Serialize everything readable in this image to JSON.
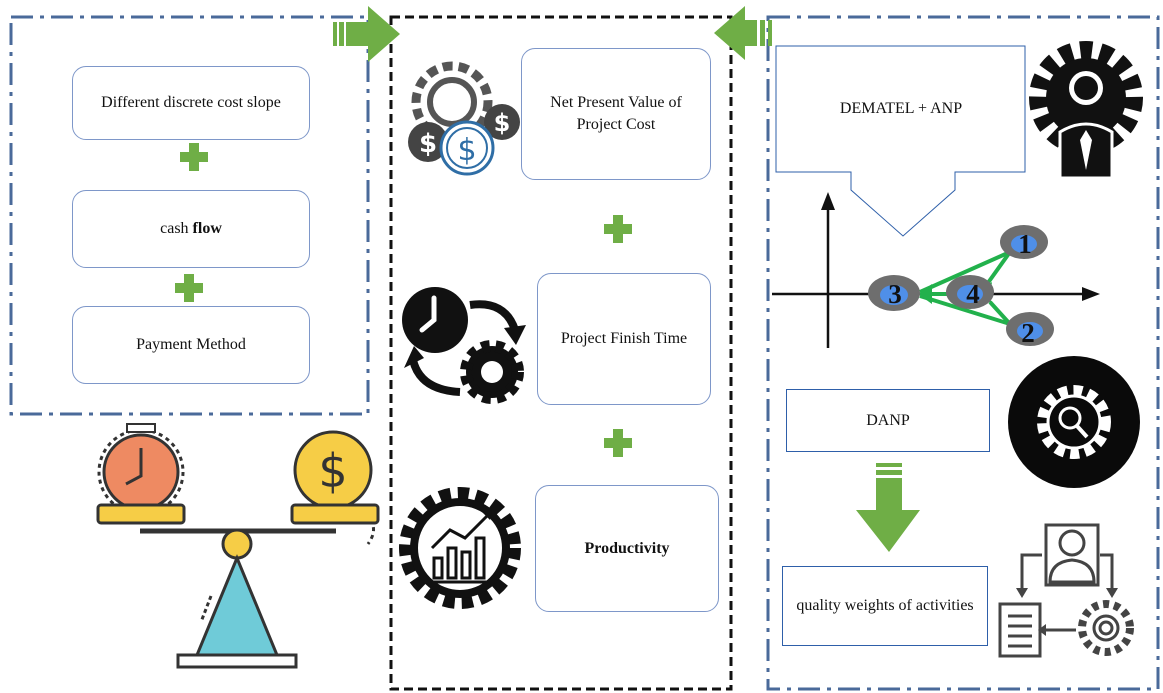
{
  "left_panel": {
    "box1": "Different discrete cost slope",
    "box2_prefix": "cash ",
    "box2_bold": "flow",
    "box3": "Payment Method"
  },
  "center_panel": {
    "box1": "Net Present Value of Project Cost",
    "box2": "Project Finish Time",
    "box3": "Productivity"
  },
  "right_panel": {
    "dematel": "DEMATEL + ANP",
    "danp": "DANP",
    "weights": "quality weights of activities",
    "nodes": [
      "1",
      "2",
      "3",
      "4"
    ]
  },
  "colors": {
    "panel_border": "#4a6a9a",
    "box_border": "#7e97c9",
    "plus": "#6fae46",
    "arrow_green": "#6fae46",
    "edge_green": "#22b14c",
    "node_fill": "#6e6e6e",
    "node_dot": "#4f8fe8",
    "scale_orange": "#ee8a62",
    "scale_yellow": "#f6cd46",
    "scale_blue": "#6fcbd8"
  },
  "icons": [
    "money-gears-icon",
    "clock-gear-icon",
    "productivity-chart-gear-icon",
    "businessman-gear-icon",
    "search-gear-icon",
    "workflow-icon",
    "time-money-scale-icon"
  ]
}
